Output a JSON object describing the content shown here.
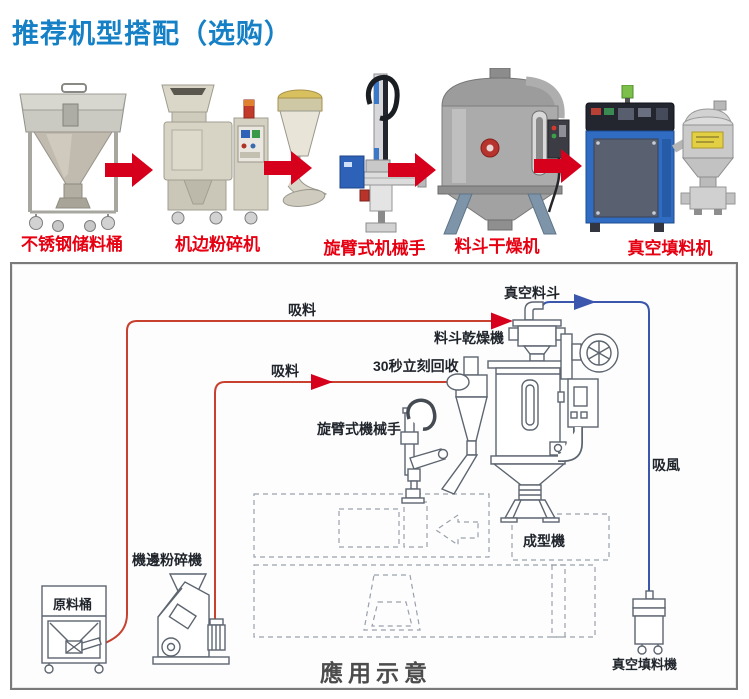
{
  "header": {
    "title": "推荐机型搭配（选购）"
  },
  "products": {
    "items": [
      {
        "label": "不锈钢储料桶"
      },
      {
        "label": "机边粉碎机"
      },
      {
        "label": "旋臂式机械手"
      },
      {
        "label": "料斗干燥机"
      },
      {
        "label": "真空填料机"
      }
    ]
  },
  "diagram": {
    "caption": "應用示意",
    "labels": {
      "suction_top": "吸料",
      "suction_mid": "吸料",
      "recycle_30s": "30秒立刻回收",
      "vacuum_hopper": "真空料斗",
      "hopper_dryer": "料斗乾燥機",
      "swing_arm_robot": "旋臂式機械手",
      "suction_wind": "吸風",
      "molding_machine": "成型機",
      "side_crusher": "機邊粉碎機",
      "raw_material_barrel": "原料桶",
      "vacuum_filler": "真空填料機"
    },
    "colors": {
      "material_line_red": "#c8402e",
      "air_line_blue": "#3a57ad"
    }
  },
  "colors": {
    "title_blue": "#1580c5",
    "product_label_red": "#e60012",
    "flow_arrow_red": "#d6001c"
  }
}
